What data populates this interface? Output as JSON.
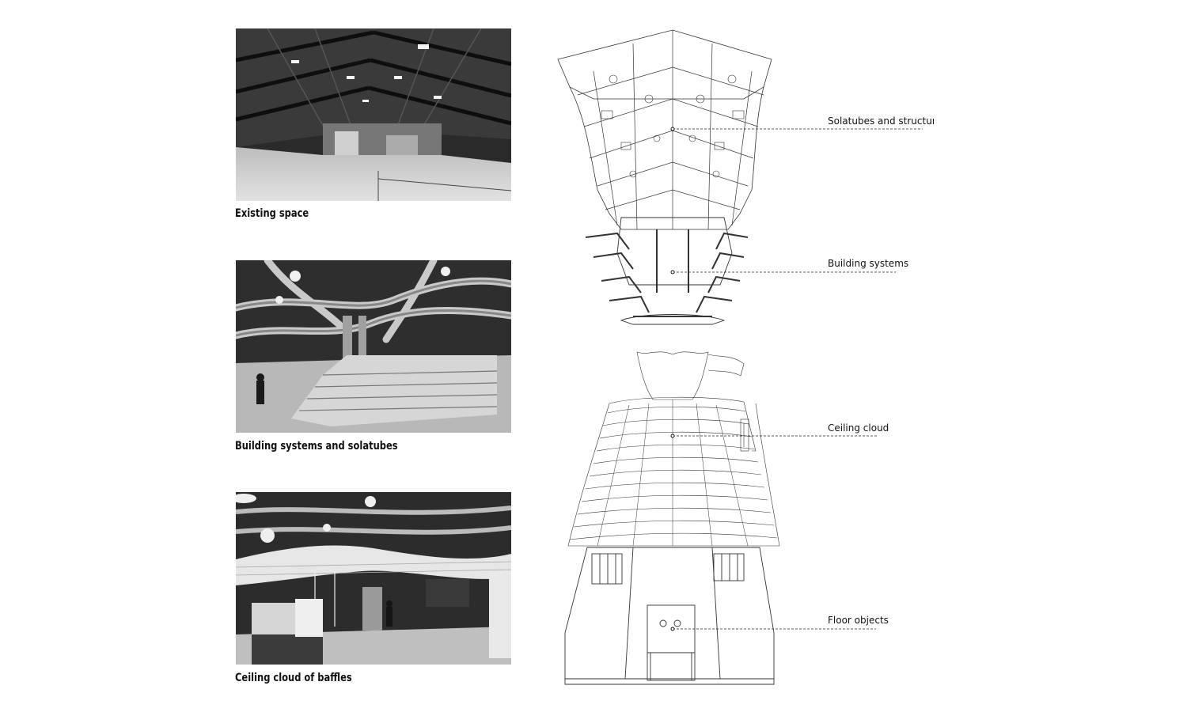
{
  "photos": [
    {
      "caption": "Existing space"
    },
    {
      "caption": "Building systems and solatubes"
    },
    {
      "caption": "Ceiling cloud of baffles"
    }
  ],
  "diagram": {
    "labels": [
      "Solatubes and structure",
      "Building systems",
      "Ceiling cloud",
      "Floor objects"
    ]
  },
  "colors": {
    "line": "#333333",
    "photo_dark": "#1c1c1c",
    "photo_light": "#d8d8d8"
  }
}
